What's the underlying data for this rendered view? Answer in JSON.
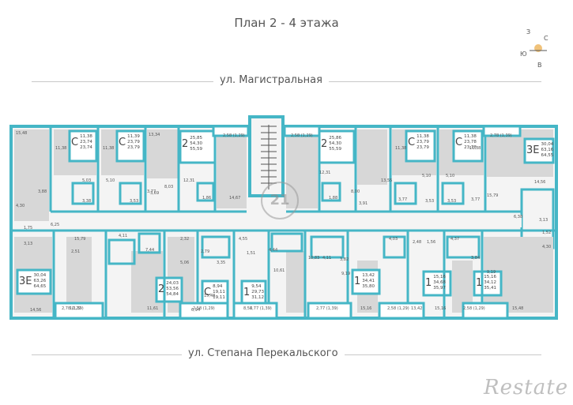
{
  "plan_title": "План 2 - 4 этажа",
  "compass": {
    "north": "С",
    "south": "Ю",
    "east": "В",
    "west": "З"
  },
  "streets": {
    "top": "ул. Магистральная",
    "bottom": "ул. Степана Перекальского"
  },
  "brand": "Restate",
  "watermark": "21",
  "colors": {
    "walls": "#45b6c6",
    "room_fill": "#d7d7d7",
    "floor_fill": "#f4f4f4",
    "text": "#555555"
  },
  "top_units": [
    {
      "type": "С",
      "areas": [
        "11,38",
        "23,74",
        "23,74"
      ]
    },
    {
      "type": "С",
      "areas": [
        "11,39",
        "23,79",
        "23,79"
      ]
    },
    {
      "type": "2",
      "areas": [
        "25,85",
        "54,30",
        "55,59"
      ]
    },
    {
      "type": "2",
      "areas": [
        "25,86",
        "54,30",
        "55,59"
      ]
    },
    {
      "type": "С",
      "areas": [
        "11,38",
        "23,79",
        "23,79"
      ]
    },
    {
      "type": "С",
      "areas": [
        "11,38",
        "23,78",
        "23,78"
      ]
    },
    {
      "type": "3Е",
      "areas": [
        "30,04",
        "63,16",
        "64,55"
      ]
    }
  ],
  "bottom_units": [
    {
      "type": "3Е",
      "areas": [
        "30,04",
        "63,26",
        "64,65"
      ]
    },
    {
      "type": "2",
      "areas": [
        "24,03",
        "53,56",
        "54,84"
      ]
    },
    {
      "type": "С",
      "areas": [
        "8,94",
        "19,11",
        "19,11"
      ]
    },
    {
      "type": "1",
      "areas": [
        "9,54",
        "29,73",
        "31,12"
      ]
    },
    {
      "type": "1",
      "areas": [
        "13,42",
        "34,41",
        "35,80"
      ]
    },
    {
      "type": "1",
      "areas": [
        "15,16",
        "34,68",
        "35,97"
      ]
    },
    {
      "type": "1",
      "areas": [
        "15,16",
        "34,12",
        "35,41"
      ]
    }
  ],
  "top_room_labels": [
    "15,48",
    "11,38",
    "11,38",
    "5,03",
    "3,88",
    "3,38",
    "5,10",
    "3,53",
    "3,77",
    "13,34",
    "3,69",
    "8,03",
    "12,31",
    "1,86",
    "14,67",
    "2,58 (1,29)",
    "2,58 (1,29)",
    "12,31",
    "1,88",
    "8,00",
    "13,55",
    "3,91",
    "11,38",
    "3,77",
    "5,10",
    "3,53",
    "5,10",
    "3,53",
    "3,77",
    "11,38",
    "15,79",
    "2,78 (1,39)",
    "14,56",
    "6,38",
    "3,13",
    "1,52",
    "4,30",
    "4,30",
    "6,25",
    "1,75"
  ],
  "bottom_room_labels": [
    "3,13",
    "15,79",
    "4,11",
    "2,51",
    "7,44",
    "2,32",
    "2,79",
    "5,06",
    "3,35",
    "4,55",
    "1,51",
    "4,44",
    "10,61",
    "10,83",
    "4,11",
    "3,82",
    "9,19",
    "4,03",
    "2,48",
    "1,56",
    "4,37",
    "3,84",
    "9,19",
    "12,22",
    "11,61",
    "15,48",
    "6,94",
    "8,56",
    "14,56",
    "2,78 (1,39)",
    "2,58 (1,29)",
    "2,77 (1,39)",
    "2,77 (1,39)",
    "2,58 (1,29)",
    "2,58 (1,29)",
    "15,16",
    "13,42",
    "15,16",
    "15,48"
  ]
}
